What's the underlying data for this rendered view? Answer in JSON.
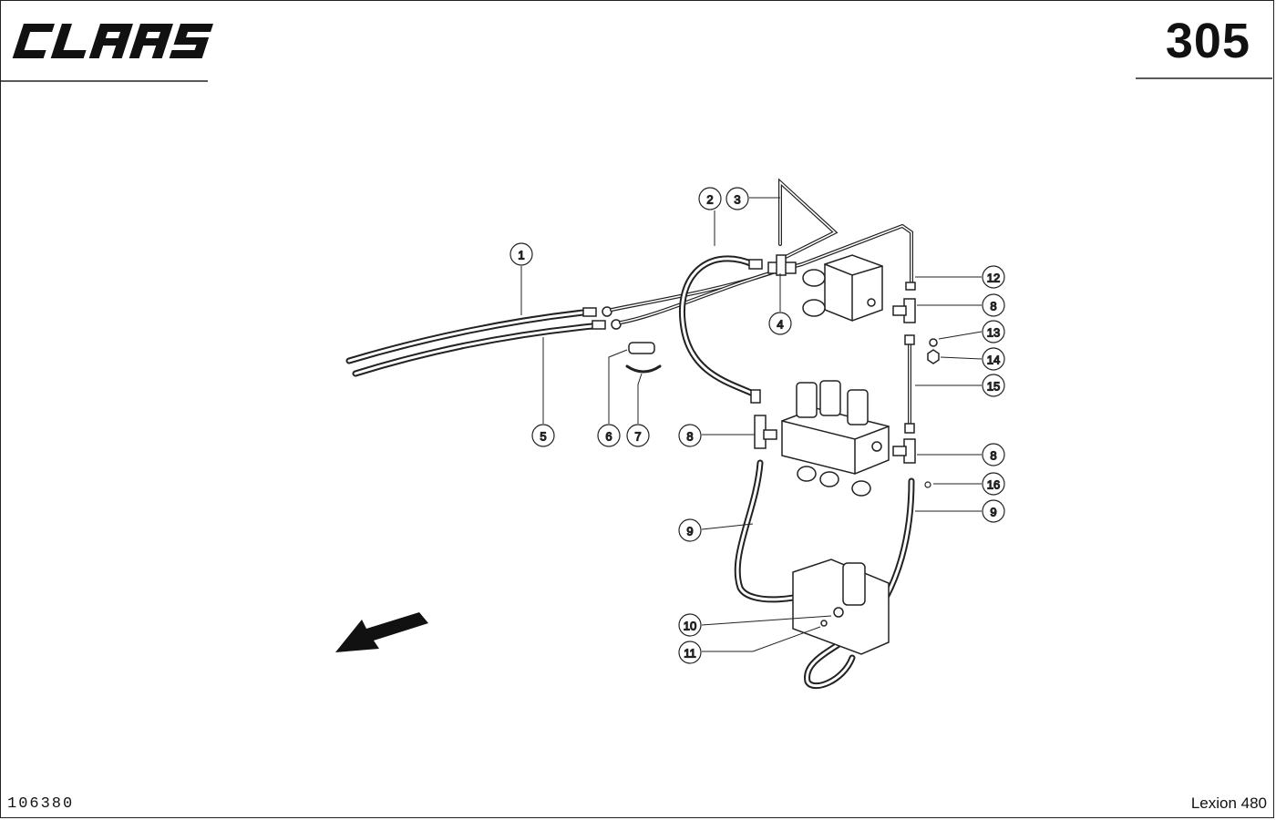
{
  "header": {
    "brand": "CLAAS",
    "page_number": "305"
  },
  "footer": {
    "document_id": "106380",
    "model": "Lexion 480"
  },
  "callouts": [
    {
      "id": "c1",
      "label": "1"
    },
    {
      "id": "c2",
      "label": "2"
    },
    {
      "id": "c3",
      "label": "3"
    },
    {
      "id": "c4",
      "label": "4"
    },
    {
      "id": "c5",
      "label": "5"
    },
    {
      "id": "c6",
      "label": "6"
    },
    {
      "id": "c7",
      "label": "7"
    },
    {
      "id": "c8a",
      "label": "8"
    },
    {
      "id": "c8b",
      "label": "8"
    },
    {
      "id": "c8c",
      "label": "8"
    },
    {
      "id": "c9a",
      "label": "9"
    },
    {
      "id": "c9b",
      "label": "9"
    },
    {
      "id": "c10",
      "label": "10"
    },
    {
      "id": "c11",
      "label": "11"
    },
    {
      "id": "c12",
      "label": "12"
    },
    {
      "id": "c13",
      "label": "13"
    },
    {
      "id": "c14",
      "label": "14"
    },
    {
      "id": "c15",
      "label": "15"
    },
    {
      "id": "c16",
      "label": "16"
    }
  ]
}
